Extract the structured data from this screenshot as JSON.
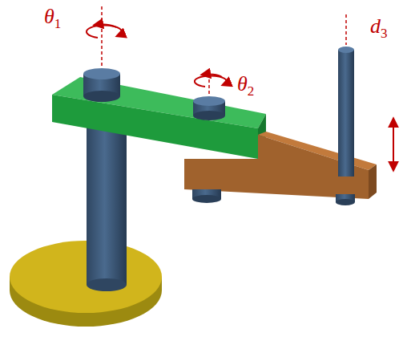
{
  "diagram": {
    "labels": [
      "θ1",
      "θ2",
      "d3"
    ]
  }
}
